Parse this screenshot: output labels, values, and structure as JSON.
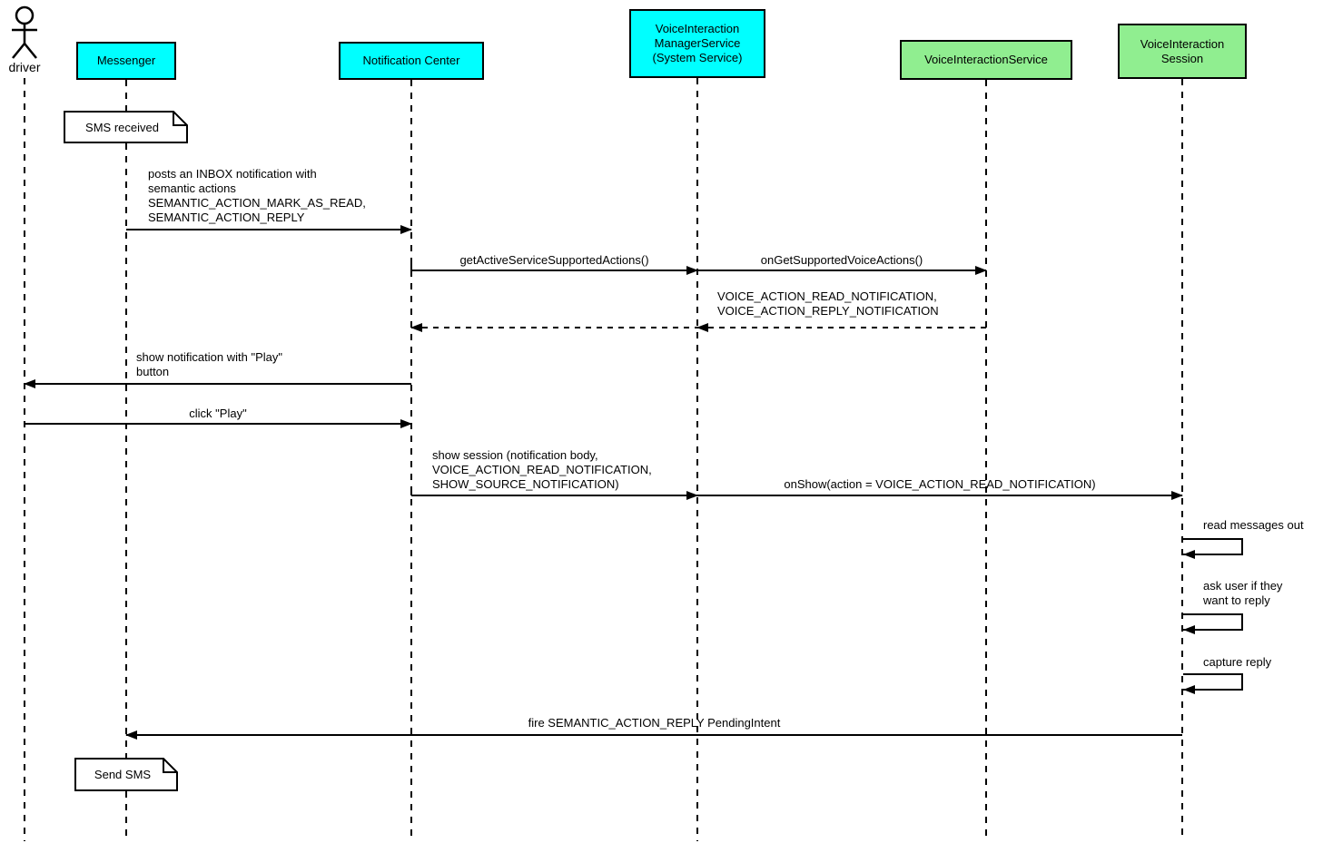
{
  "colors": {
    "participant-cyan": "#00FFFF",
    "participant-green": "#90EE90",
    "line": "#000000",
    "note-bg": "#FFFFFF"
  },
  "actor": {
    "label": "driver"
  },
  "participants": [
    {
      "id": "messenger",
      "type": "cyan",
      "lines": [
        "Messenger"
      ]
    },
    {
      "id": "notification-center",
      "type": "cyan",
      "lines": [
        "Notification Center"
      ]
    },
    {
      "id": "voice-interaction-manager-service",
      "type": "cyan",
      "lines": [
        "VoiceInteraction",
        "ManagerService",
        "(System Service)"
      ]
    },
    {
      "id": "voice-interaction-service",
      "type": "green",
      "lines": [
        "VoiceInteractionService"
      ]
    },
    {
      "id": "voice-interaction-session",
      "type": "green",
      "lines": [
        "VoiceInteraction",
        "Session"
      ]
    }
  ],
  "notes": [
    {
      "id": "sms-received",
      "label": "SMS received"
    },
    {
      "id": "send-sms",
      "label": "Send SMS"
    }
  ],
  "messages": [
    {
      "id": "post-inbox-notification",
      "from": "Messenger",
      "to": "Notification Center",
      "style": "solid",
      "lines": [
        "posts an INBOX notification with",
        "semantic actions",
        "SEMANTIC_ACTION_MARK_AS_READ,",
        "SEMANTIC_ACTION_REPLY"
      ]
    },
    {
      "id": "get-active-service-supported-actions",
      "from": "Notification Center",
      "to": "VoiceInteraction ManagerService",
      "style": "solid",
      "lines": [
        "getActiveServiceSupportedActions()"
      ]
    },
    {
      "id": "on-get-supported-voice-actions",
      "from": "VoiceInteraction ManagerService",
      "to": "VoiceInteractionService",
      "style": "solid",
      "lines": [
        "onGetSupportedVoiceActions()"
      ]
    },
    {
      "id": "return-to-notification-center",
      "from": "VoiceInteraction ManagerService",
      "to": "Notification Center",
      "style": "dashed",
      "lines": []
    },
    {
      "id": "return-supported-voice-actions",
      "from": "VoiceInteractionService",
      "to": "VoiceInteraction ManagerService",
      "style": "dashed",
      "lines": [
        "VOICE_ACTION_READ_NOTIFICATION,",
        "VOICE_ACTION_REPLY_NOTIFICATION"
      ]
    },
    {
      "id": "show-notification-play",
      "from": "Notification Center",
      "to": "driver",
      "style": "solid",
      "lines": [
        "show notification with \"Play\"",
        "button"
      ]
    },
    {
      "id": "click-play",
      "from": "driver",
      "to": "Notification Center",
      "style": "solid",
      "lines": [
        "click \"Play\""
      ]
    },
    {
      "id": "show-session",
      "from": "Notification Center",
      "to": "VoiceInteraction ManagerService",
      "style": "solid",
      "lines": [
        "show session (notification body,",
        "VOICE_ACTION_READ_NOTIFICATION,",
        "SHOW_SOURCE_NOTIFICATION)"
      ]
    },
    {
      "id": "on-show",
      "from": "VoiceInteraction ManagerService",
      "to": "VoiceInteraction Session",
      "style": "solid",
      "lines": [
        "onShow(action = VOICE_ACTION_READ_NOTIFICATION)"
      ]
    },
    {
      "id": "read-messages-out",
      "from": "VoiceInteraction Session",
      "to": "VoiceInteraction Session",
      "style": "self",
      "lines": [
        "read messages out"
      ]
    },
    {
      "id": "ask-user-reply",
      "from": "VoiceInteraction Session",
      "to": "VoiceInteraction Session",
      "style": "self",
      "lines": [
        "ask user if they",
        "want to reply"
      ]
    },
    {
      "id": "capture-reply",
      "from": "VoiceInteraction Session",
      "to": "VoiceInteraction Session",
      "style": "self",
      "lines": [
        "capture reply"
      ]
    },
    {
      "id": "fire-pending-intent",
      "from": "VoiceInteraction Session",
      "to": "Messenger",
      "style": "solid",
      "lines": [
        "fire SEMANTIC_ACTION_REPLY PendingIntent"
      ]
    }
  ]
}
